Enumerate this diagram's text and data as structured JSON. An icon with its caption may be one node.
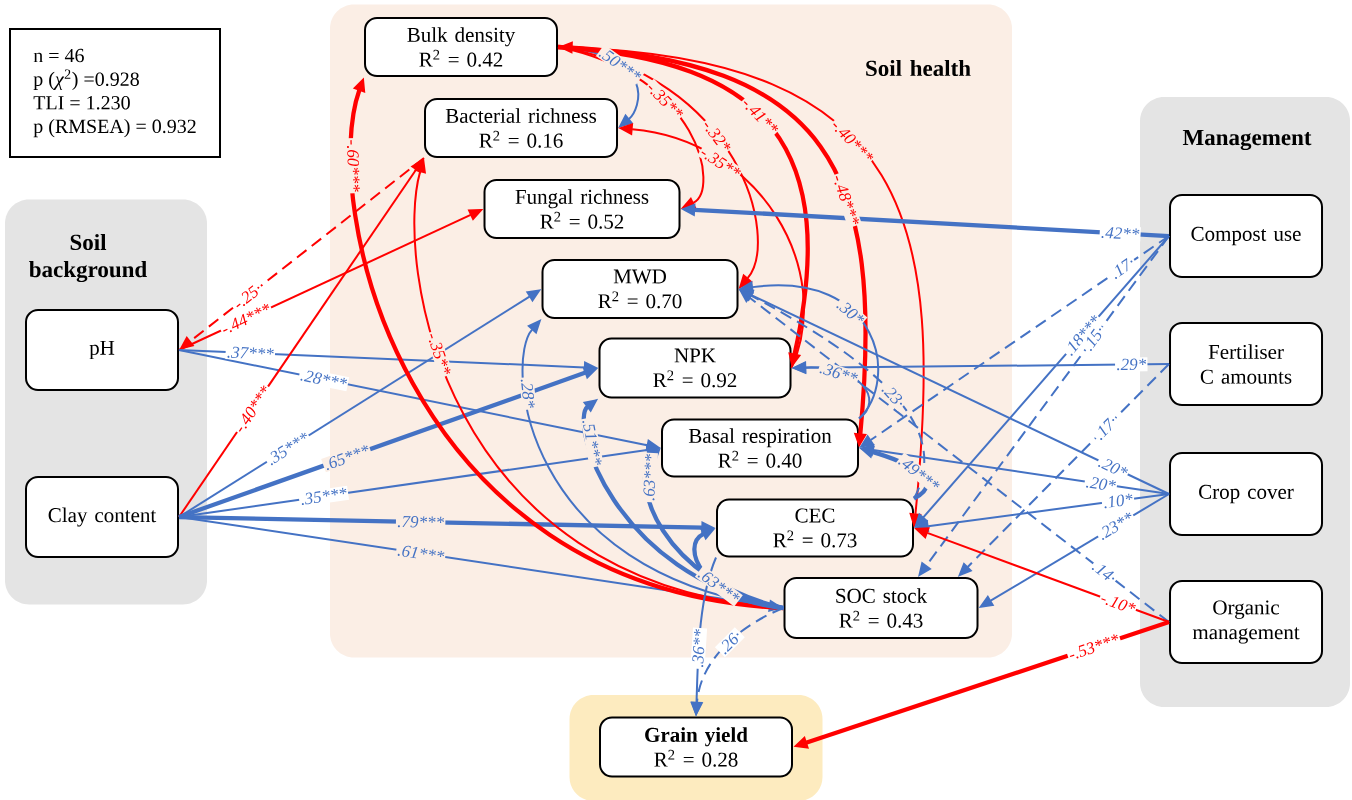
{
  "diagram": {
    "nodes": [
      {
        "text": [
          "n = 46",
          "p (*χ*$^{2}$) =0.928",
          "TLI = 1.230",
          "p (RMSEA) = 0.932"
        ]
      },
      {
        "text": [
          "Soil health"
        ]
      },
      {
        "text": [
          "Bulk density",
          "R$^{2}$ = 0.42"
        ],
        "in": 1
      },
      {
        "text": [
          "Bacterial richness",
          "R$^{2}$ = 0.16"
        ],
        "in": 1
      },
      {
        "text": [
          "Fungal richness",
          "R$^{2}$ = 0.52"
        ],
        "in": 1
      },
      {
        "text": [
          "MWD",
          "R$^{2}$ = 0.70"
        ],
        "in": 1
      },
      {
        "text": [
          "NPK",
          "R$^{2}$ = 0.92"
        ],
        "in": 1
      },
      {
        "text": [
          "Basal respiration",
          "R$^{2}$ = 0.40"
        ],
        "in": 1
      },
      {
        "text": [
          "CEC",
          "R$^{2}$ = 0.73"
        ],
        "in": 1
      },
      {
        "text": [
          "SOC stock",
          "R$^{2}$ = 0.43"
        ],
        "in": 1
      },
      {
        "text": [
          "Soil background"
        ]
      },
      {
        "text": [
          "pH"
        ],
        "in": 10
      },
      {
        "text": [
          "Clay content"
        ],
        "in": 10
      },
      {
        "text": [
          "Management"
        ]
      },
      {
        "text": [
          "Compost use"
        ],
        "in": 13
      },
      {
        "text": [
          "Fertiliser C amounts"
        ],
        "in": 13
      },
      {
        "text": [
          "Crop cover"
        ],
        "in": 13
      },
      {
        "text": [
          "Organic management"
        ],
        "in": 13
      },
      {
        "text": [],
        "shape": "box"
      },
      {
        "text": [
          "Grain yield",
          "R$^{2}$ = 0.28"
        ],
        "in": 18
      }
    ],
    "edges": [
      {
        "from": 3,
        "to": 11,
        "arrow": "to",
        "label": "-.25·",
        "style": "dashed",
        "color": "#ff0000"
      },
      {
        "from": 11,
        "to": 4,
        "arrow": "to",
        "label": "-.44***",
        "color": "#ff0000"
      },
      {
        "from": 11,
        "to": 6,
        "arrow": "to",
        "label": ".37***"
      },
      {
        "from": 11,
        "to": 7,
        "arrow": "to",
        "label": ".28***"
      },
      {
        "from": 12,
        "to": 3,
        "arrow": "to",
        "label": "-.40***",
        "color": "#ff0000"
      },
      {
        "from": 12,
        "to": 5,
        "arrow": "to",
        "label": ".35***"
      },
      {
        "from": 12,
        "to": 6,
        "arrow": "to",
        "label": ".65***",
        "style": "thick"
      },
      {
        "from": 12,
        "to": 7,
        "arrow": "to",
        "label": ".35***"
      },
      {
        "from": 12,
        "to": 8,
        "arrow": "to",
        "label": ".79***",
        "style": "thick"
      },
      {
        "from": 12,
        "to": 9,
        "arrow": "to",
        "label": ".61***"
      },
      {
        "from": 9,
        "to": 2,
        "arrow": "to",
        "label": "-.60***",
        "style": "thick",
        "color": "#ff0000"
      },
      {
        "from": 9,
        "to": 3,
        "arrow": "to",
        "label": "-.35**",
        "color": "#ff0000"
      },
      {
        "from": 9,
        "to": 5,
        "arrow": "to",
        "label": ".28*"
      },
      {
        "from": 9,
        "to": 6,
        "arrow": "to",
        "label": ".51***",
        "style": "thick"
      },
      {
        "from": 9,
        "to": 7,
        "arrow": "to",
        "label": ".63***",
        "style": "thick"
      },
      {
        "from": 9,
        "to": 8,
        "arrow": "to",
        "label": ".63***",
        "style": "thick"
      },
      {
        "from": 8,
        "to": 19,
        "arrow": "to",
        "label": ".36**"
      },
      {
        "from": 9,
        "to": 19,
        "arrow": "to",
        "label": ".26·",
        "style": "dashed"
      },
      {
        "from": 2,
        "to": 3,
        "arrow": "to",
        "label": ".50***"
      },
      {
        "from": 2,
        "to": 4,
        "arrow": "to",
        "label": "-.35**",
        "color": "#ff0000"
      },
      {
        "from": 2,
        "to": 5,
        "arrow": "to",
        "label": "-.32*",
        "color": "#ff0000"
      },
      {
        "from": 2,
        "to": 6,
        "arrow": "to",
        "label": "-.41**",
        "style": "thick",
        "color": "#ff0000"
      },
      {
        "from": 2,
        "to": 7,
        "arrow": "to",
        "label": "-.48***",
        "style": "thick",
        "color": "#ff0000"
      },
      {
        "from": 2,
        "to": 8,
        "arrow": "both",
        "label": "-.40***",
        "color": "#ff0000"
      },
      {
        "from": 6,
        "to": 3,
        "arrow": "to",
        "label": "-.35**",
        "color": "#ff0000"
      },
      {
        "from": 14,
        "to": 4,
        "arrow": "to",
        "label": ".42**",
        "style": "thick"
      },
      {
        "from": 14,
        "to": 7,
        "arrow": "to",
        "label": ".17·",
        "style": "dashed"
      },
      {
        "from": 14,
        "to": 8,
        "arrow": "to",
        "label": ".18***"
      },
      {
        "from": 14,
        "to": 9,
        "arrow": "to",
        "label": ".15·",
        "style": "dashed"
      },
      {
        "from": 15,
        "to": 6,
        "arrow": "to",
        "label": ".29*"
      },
      {
        "from": 15,
        "to": 9,
        "arrow": "to",
        "label": ".17·",
        "style": "dashed"
      },
      {
        "from": 16,
        "to": 5,
        "arrow": "to",
        "label": ".20*"
      },
      {
        "from": 16,
        "to": 7,
        "arrow": "to",
        "label": ".20*"
      },
      {
        "from": 16,
        "to": 8,
        "arrow": "to",
        "label": ".10*"
      },
      {
        "from": 16,
        "to": 9,
        "arrow": "to",
        "label": ".23**"
      },
      {
        "from": 17,
        "to": 5,
        "arrow": "to",
        "label": ".14·",
        "style": "dashed"
      },
      {
        "from": 17,
        "to": 8,
        "arrow": "to",
        "label": "-.10*",
        "color": "#ff0000"
      },
      {
        "from": 17,
        "to": 19,
        "arrow": "to",
        "label": "-.53***",
        "style": "thick",
        "color": "#ff0000"
      },
      {
        "from": 7,
        "to": 5,
        "arrow": "to",
        "label": ".30*"
      },
      {
        "from": 7,
        "to": 6,
        "arrow": "to",
        "label": ".36**"
      },
      {
        "from": 8,
        "to": 5,
        "arrow": "to",
        "label": ".23·",
        "style": "dashed"
      },
      {
        "from": 8,
        "to": 7,
        "arrow": "to",
        "label": ".49***",
        "style": "thick"
      }
    ]
  }
}
